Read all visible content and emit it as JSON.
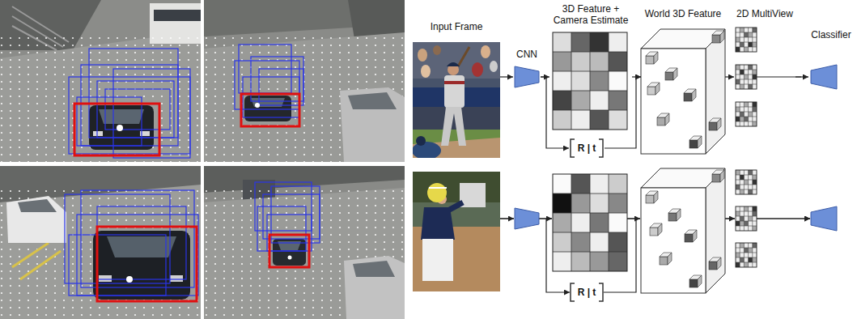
{
  "diagram": {
    "nodes": [
      {
        "text": [
          "Input Frame"
        ]
      },
      {
        "text": [
          "CNN"
        ]
      },
      {
        "text": [
          "3D Feature + Camera Estimate"
        ]
      },
      {
        "text": [
          "R | t"
        ]
      },
      {
        "text": [
          "World 3D Feature"
        ]
      },
      {
        "text": [
          "2D MultiView"
        ]
      },
      {
        "text": [
          "Classifier"
        ]
      },
      {
        "text": [
          "R | t"
        ]
      }
    ],
    "edges": [
      {
        "from": 0,
        "to": 1,
        "arrow": "to"
      },
      {
        "from": 1,
        "to": 2,
        "arrow": "to"
      },
      {
        "from": 1,
        "to": 3,
        "arrow": "to"
      },
      {
        "from": 2,
        "to": 4,
        "arrow": "to"
      },
      {
        "from": 3,
        "to": 4,
        "arrow": "to"
      },
      {
        "from": 4,
        "to": 5,
        "arrow": "to"
      },
      {
        "from": 5,
        "to": 6,
        "arrow": "to"
      }
    ]
  }
}
